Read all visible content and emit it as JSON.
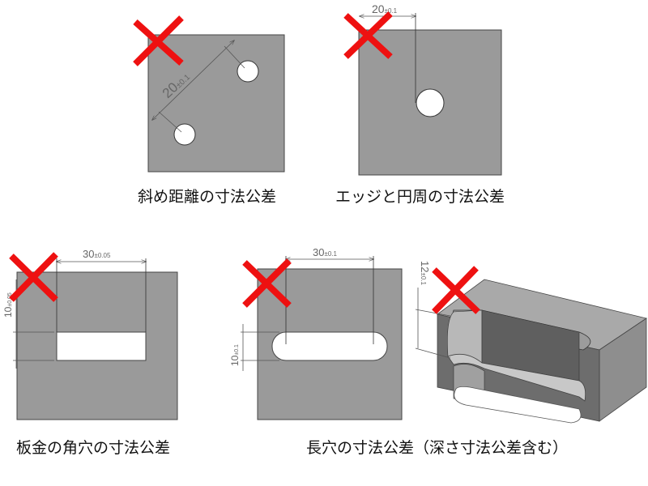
{
  "panels": [
    {
      "caption": "斜め距離の寸法公差",
      "dimension_main": "20",
      "dimension_tol": "±0.1"
    },
    {
      "caption": "エッジと円周の寸法公差",
      "dimension_main": "20",
      "dimension_tol": "±0.1"
    },
    {
      "caption": "板金の角穴の寸法公差",
      "dimension_main": "30",
      "dimension_tol": "±0.05",
      "dimension2_main": "10",
      "dimension2_tol": "±0.05"
    },
    {
      "caption": "長穴の寸法公差（深さ寸法公差含む）",
      "dimension_main": "30",
      "dimension_tol": "±0.1",
      "dimension2_main": "10",
      "dimension2_tol": "±0.1",
      "dimension3_main": "12",
      "dimension3_tol": "±0.1"
    }
  ],
  "colors": {
    "part": "#9a9a9a",
    "cross": "#ee1111",
    "dimension": "#555555"
  }
}
